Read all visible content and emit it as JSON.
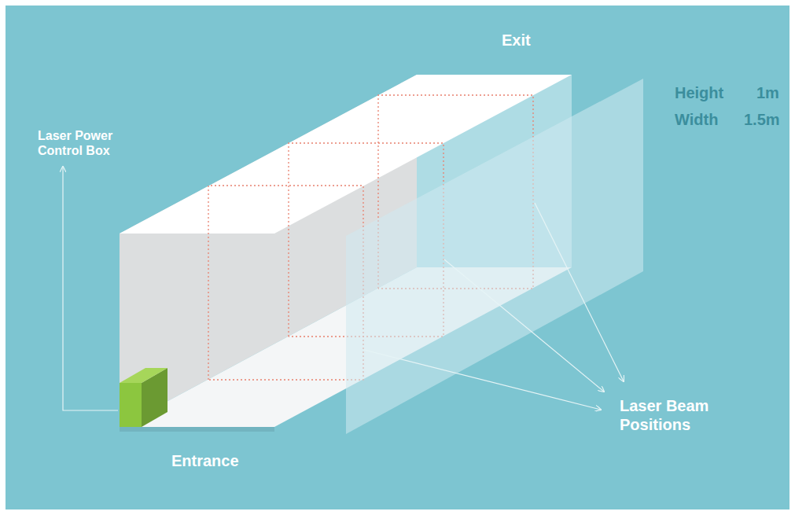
{
  "diagram": {
    "labels": [
      "Exit",
      "Height",
      "1m",
      "Width",
      "1.5m",
      "Laser Power Control Box",
      "Entrance",
      "Laser Beam Positions"
    ]
  }
}
